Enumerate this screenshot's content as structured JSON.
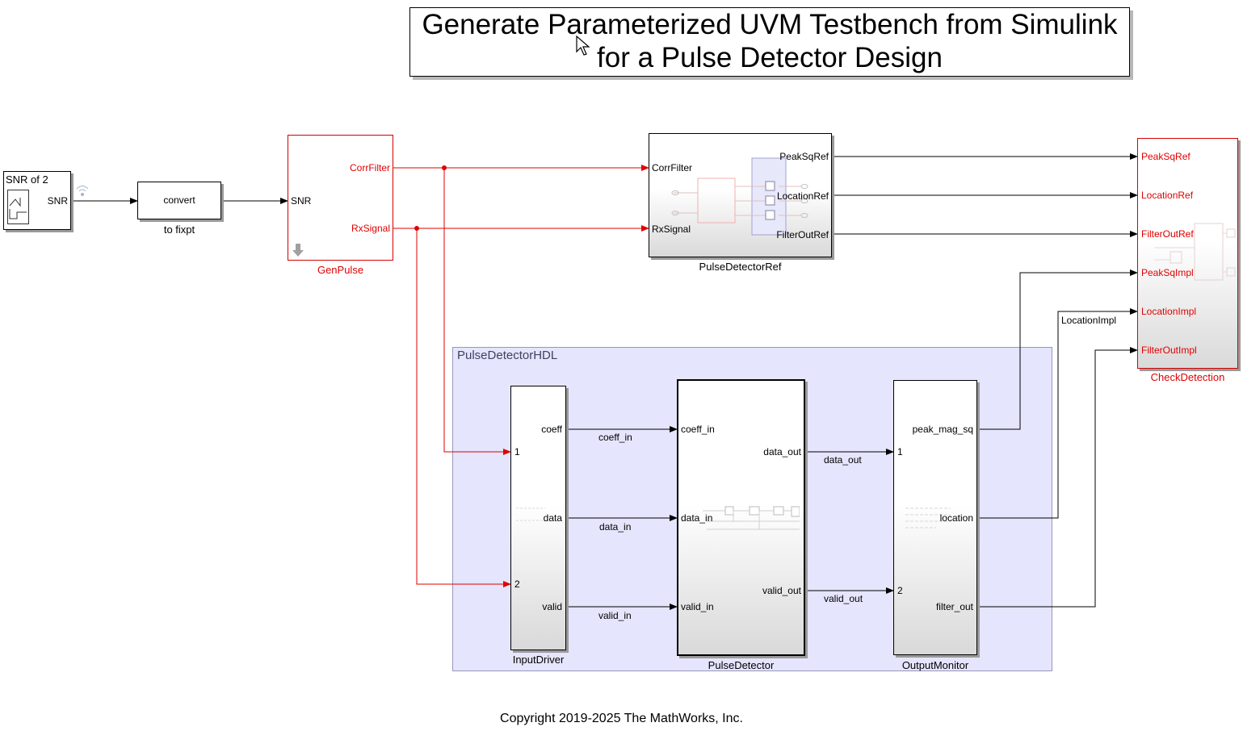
{
  "title": {
    "line1": "Generate Parameterized UVM Testbench from Simulink",
    "line2": "for a Pulse Detector Design"
  },
  "snr_source": {
    "title": "SNR of 2",
    "port": "SNR"
  },
  "convert_block": {
    "text": "convert",
    "label": "to fixpt"
  },
  "gen_pulse": {
    "label": "GenPulse",
    "in_port": "SNR",
    "out_ports": [
      "CorrFilter",
      "RxSignal"
    ]
  },
  "pulse_detector_ref": {
    "label": "PulseDetectorRef",
    "in_ports": [
      "CorrFilter",
      "RxSignal"
    ],
    "out_ports": [
      "PeakSqRef",
      "LocationRef",
      "FilterOutRef"
    ]
  },
  "check_detection": {
    "label": "CheckDetection",
    "in_ports": [
      "PeakSqRef",
      "LocationRef",
      "FilterOutRef",
      "PeakSqImpl",
      "LocationImpl",
      "FilterOutImpl"
    ]
  },
  "subsystem": {
    "title": "PulseDetectorHDL"
  },
  "input_driver": {
    "label": "InputDriver",
    "in_ports": [
      "1",
      "2"
    ],
    "out_ports": [
      "coeff",
      "data",
      "valid"
    ]
  },
  "pulse_detector": {
    "label": "PulseDetector",
    "in_ports": [
      "coeff_in",
      "data_in",
      "valid_in"
    ],
    "out_ports": [
      "data_out",
      "valid_out"
    ]
  },
  "output_monitor": {
    "label": "OutputMonitor",
    "in_ports": [
      "1",
      "2"
    ],
    "out_ports": [
      "peak_mag_sq",
      "location",
      "filter_out"
    ]
  },
  "signals": {
    "coeff_in": "coeff_in",
    "data_in": "data_in",
    "valid_in": "valid_in",
    "data_out": "data_out",
    "valid_out": "valid_out",
    "location_impl": "LocationImpl"
  },
  "copyright": "Copyright 2019-2025 The MathWorks, Inc.",
  "colors": {
    "signal_red": "#e00000",
    "subsystem_fill": "#e5e5fd",
    "wire": "#000000"
  }
}
